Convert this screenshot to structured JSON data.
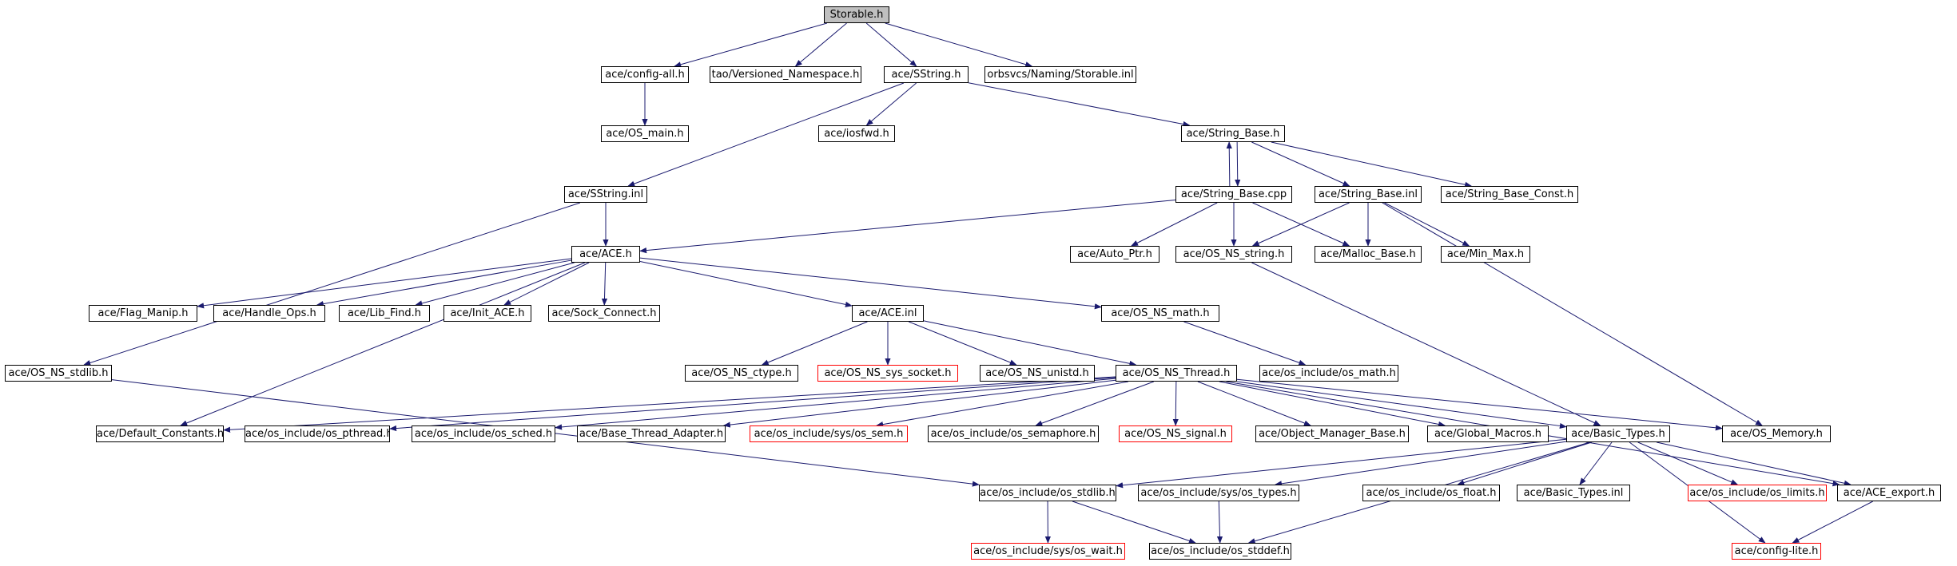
{
  "graph": {
    "nodes": {
      "storable_h": {
        "label": "Storable.h"
      },
      "config_all": {
        "label": "ace/config-all.h"
      },
      "versioned_ns": {
        "label": "tao/Versioned_Namespace.h"
      },
      "sstring_h": {
        "label": "ace/SString.h"
      },
      "storable_inl": {
        "label": "orbsvcs/Naming/Storable.inl"
      },
      "os_main": {
        "label": "ace/OS_main.h"
      },
      "iosfwd": {
        "label": "ace/iosfwd.h"
      },
      "string_base_h": {
        "label": "ace/String_Base.h"
      },
      "sstring_inl": {
        "label": "ace/SString.inl"
      },
      "string_base_cpp": {
        "label": "ace/String_Base.cpp"
      },
      "string_base_inl": {
        "label": "ace/String_Base.inl"
      },
      "string_base_const": {
        "label": "ace/String_Base_Const.h"
      },
      "ace_h": {
        "label": "ace/ACE.h"
      },
      "auto_ptr": {
        "label": "ace/Auto_Ptr.h"
      },
      "os_ns_string": {
        "label": "ace/OS_NS_string.h"
      },
      "malloc_base": {
        "label": "ace/Malloc_Base.h"
      },
      "min_max": {
        "label": "ace/Min_Max.h"
      },
      "flag_manip": {
        "label": "ace/Flag_Manip.h"
      },
      "handle_ops": {
        "label": "ace/Handle_Ops.h"
      },
      "lib_find": {
        "label": "ace/Lib_Find.h"
      },
      "init_ace": {
        "label": "ace/Init_ACE.h"
      },
      "sock_connect": {
        "label": "ace/Sock_Connect.h"
      },
      "ace_inl": {
        "label": "ace/ACE.inl"
      },
      "os_ns_math": {
        "label": "ace/OS_NS_math.h"
      },
      "os_ns_stdlib": {
        "label": "ace/OS_NS_stdlib.h"
      },
      "os_ns_ctype": {
        "label": "ace/OS_NS_ctype.h"
      },
      "os_ns_sys_socket": {
        "label": "ace/OS_NS_sys_socket.h"
      },
      "os_ns_unistd": {
        "label": "ace/OS_NS_unistd.h"
      },
      "os_ns_thread": {
        "label": "ace/OS_NS_Thread.h"
      },
      "os_math": {
        "label": "ace/os_include/os_math.h"
      },
      "default_constants": {
        "label": "ace/Default_Constants.h"
      },
      "os_pthread": {
        "label": "ace/os_include/os_pthread.h"
      },
      "os_sched": {
        "label": "ace/os_include/os_sched.h"
      },
      "base_thread_adapter": {
        "label": "ace/Base_Thread_Adapter.h"
      },
      "os_sem": {
        "label": "ace/os_include/sys/os_sem.h"
      },
      "os_semaphore": {
        "label": "ace/os_include/os_semaphore.h"
      },
      "os_ns_signal": {
        "label": "ace/OS_NS_signal.h"
      },
      "object_manager_base": {
        "label": "ace/Object_Manager_Base.h"
      },
      "global_macros": {
        "label": "ace/Global_Macros.h"
      },
      "basic_types_h": {
        "label": "ace/Basic_Types.h"
      },
      "os_memory": {
        "label": "ace/OS_Memory.h"
      },
      "os_stdlib": {
        "label": "ace/os_include/os_stdlib.h"
      },
      "os_types": {
        "label": "ace/os_include/sys/os_types.h"
      },
      "os_float": {
        "label": "ace/os_include/os_float.h"
      },
      "basic_types_inl": {
        "label": "ace/Basic_Types.inl"
      },
      "os_limits": {
        "label": "ace/os_include/os_limits.h"
      },
      "ace_export": {
        "label": "ace/ACE_export.h"
      },
      "os_wait": {
        "label": "ace/os_include/sys/os_wait.h"
      },
      "os_stddef": {
        "label": "ace/os_include/os_stddef.h"
      },
      "config_lite": {
        "label": "ace/config-lite.h"
      }
    },
    "edges": [
      [
        "storable_h",
        "config_all"
      ],
      [
        "storable_h",
        "versioned_ns"
      ],
      [
        "storable_h",
        "sstring_h"
      ],
      [
        "storable_h",
        "storable_inl"
      ],
      [
        "config_all",
        "os_main"
      ],
      [
        "sstring_h",
        "iosfwd"
      ],
      [
        "sstring_h",
        "string_base_h"
      ],
      [
        "sstring_h",
        "sstring_inl"
      ],
      [
        "string_base_h",
        "string_base_cpp"
      ],
      [
        "string_base_cpp",
        "string_base_h"
      ],
      [
        "string_base_h",
        "string_base_inl"
      ],
      [
        "string_base_h",
        "string_base_const"
      ],
      [
        "string_base_cpp",
        "ace_h"
      ],
      [
        "string_base_cpp",
        "auto_ptr"
      ],
      [
        "string_base_cpp",
        "os_ns_string"
      ],
      [
        "string_base_cpp",
        "malloc_base"
      ],
      [
        "string_base_inl",
        "os_ns_string"
      ],
      [
        "string_base_inl",
        "malloc_base"
      ],
      [
        "string_base_inl",
        "min_max"
      ],
      [
        "string_base_inl",
        "os_memory"
      ],
      [
        "sstring_inl",
        "ace_h"
      ],
      [
        "sstring_inl",
        "os_ns_stdlib"
      ],
      [
        "ace_h",
        "flag_manip"
      ],
      [
        "ace_h",
        "handle_ops"
      ],
      [
        "ace_h",
        "lib_find"
      ],
      [
        "ace_h",
        "init_ace"
      ],
      [
        "ace_h",
        "sock_connect"
      ],
      [
        "ace_h",
        "ace_inl"
      ],
      [
        "ace_h",
        "os_ns_math"
      ],
      [
        "ace_h",
        "default_constants"
      ],
      [
        "ace_inl",
        "os_ns_ctype"
      ],
      [
        "ace_inl",
        "os_ns_sys_socket"
      ],
      [
        "ace_inl",
        "os_ns_unistd"
      ],
      [
        "ace_inl",
        "os_ns_thread"
      ],
      [
        "os_ns_math",
        "os_math"
      ],
      [
        "os_ns_stdlib",
        "os_stdlib"
      ],
      [
        "os_ns_string",
        "basic_types_h"
      ],
      [
        "os_ns_thread",
        "default_constants"
      ],
      [
        "os_ns_thread",
        "os_pthread"
      ],
      [
        "os_ns_thread",
        "os_sched"
      ],
      [
        "os_ns_thread",
        "base_thread_adapter"
      ],
      [
        "os_ns_thread",
        "os_sem"
      ],
      [
        "os_ns_thread",
        "os_semaphore"
      ],
      [
        "os_ns_thread",
        "os_ns_signal"
      ],
      [
        "os_ns_thread",
        "object_manager_base"
      ],
      [
        "os_ns_thread",
        "global_macros"
      ],
      [
        "os_ns_thread",
        "basic_types_h"
      ],
      [
        "os_ns_thread",
        "os_memory"
      ],
      [
        "os_ns_thread",
        "ace_export"
      ],
      [
        "basic_types_h",
        "os_stdlib"
      ],
      [
        "basic_types_h",
        "os_types"
      ],
      [
        "basic_types_h",
        "os_float"
      ],
      [
        "basic_types_h",
        "basic_types_inl"
      ],
      [
        "basic_types_h",
        "os_limits"
      ],
      [
        "basic_types_h",
        "ace_export"
      ],
      [
        "basic_types_h",
        "config_lite"
      ],
      [
        "basic_types_h",
        "os_stddef"
      ],
      [
        "os_stdlib",
        "os_wait"
      ],
      [
        "os_stdlib",
        "os_stddef"
      ],
      [
        "os_types",
        "os_stddef"
      ],
      [
        "ace_export",
        "config_lite"
      ]
    ]
  },
  "colors": {
    "edge": "#1a1a6e",
    "root_fill": "#bfbfbf",
    "node_border": "#000000",
    "missing_border": "#ff0000"
  }
}
